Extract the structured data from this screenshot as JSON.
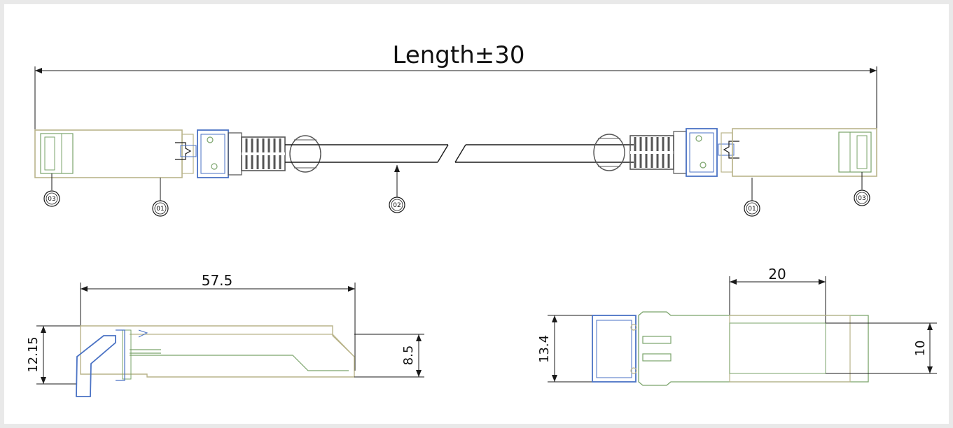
{
  "drawing": {
    "top_view": {
      "length_label": "Length±30",
      "callouts": {
        "left_latch": "03",
        "left_module": "01",
        "cable": "02",
        "right_module": "01",
        "right_latch": "03"
      }
    },
    "side_view": {
      "length_dim": "57.5",
      "height_dim": "12.15",
      "body_height_dim": "8.5"
    },
    "end_view": {
      "width_dim": "20",
      "height_dim": "13.4",
      "body_height_dim": "10"
    }
  },
  "colors": {
    "line": "#1a1a1a",
    "module_outline": "#b9b48a",
    "latch_blue": "#4a72c4",
    "green_detail": "#7aa36a",
    "cable_gray": "#555555"
  }
}
